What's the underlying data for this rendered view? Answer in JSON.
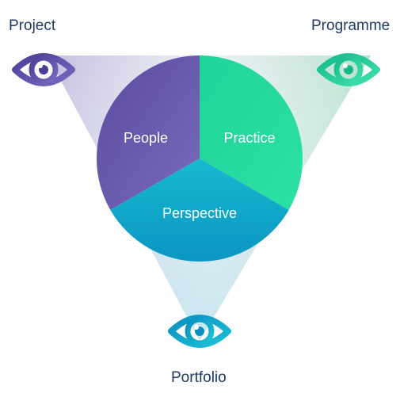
{
  "corners": {
    "project": "Project",
    "programme": "Programme",
    "portfolio": "Portfolio"
  },
  "segments": {
    "people": "People",
    "practice": "Practice",
    "perspective": "Perspective"
  },
  "icons": {
    "project": "eye-icon",
    "programme": "eye-icon",
    "portfolio": "eye-icon"
  },
  "colors": {
    "project": "#5a4da0",
    "programme": "#22c896",
    "portfolio": "#0e9fc6",
    "label_text": "#1f3b63",
    "segment_text": "#ffffff"
  }
}
